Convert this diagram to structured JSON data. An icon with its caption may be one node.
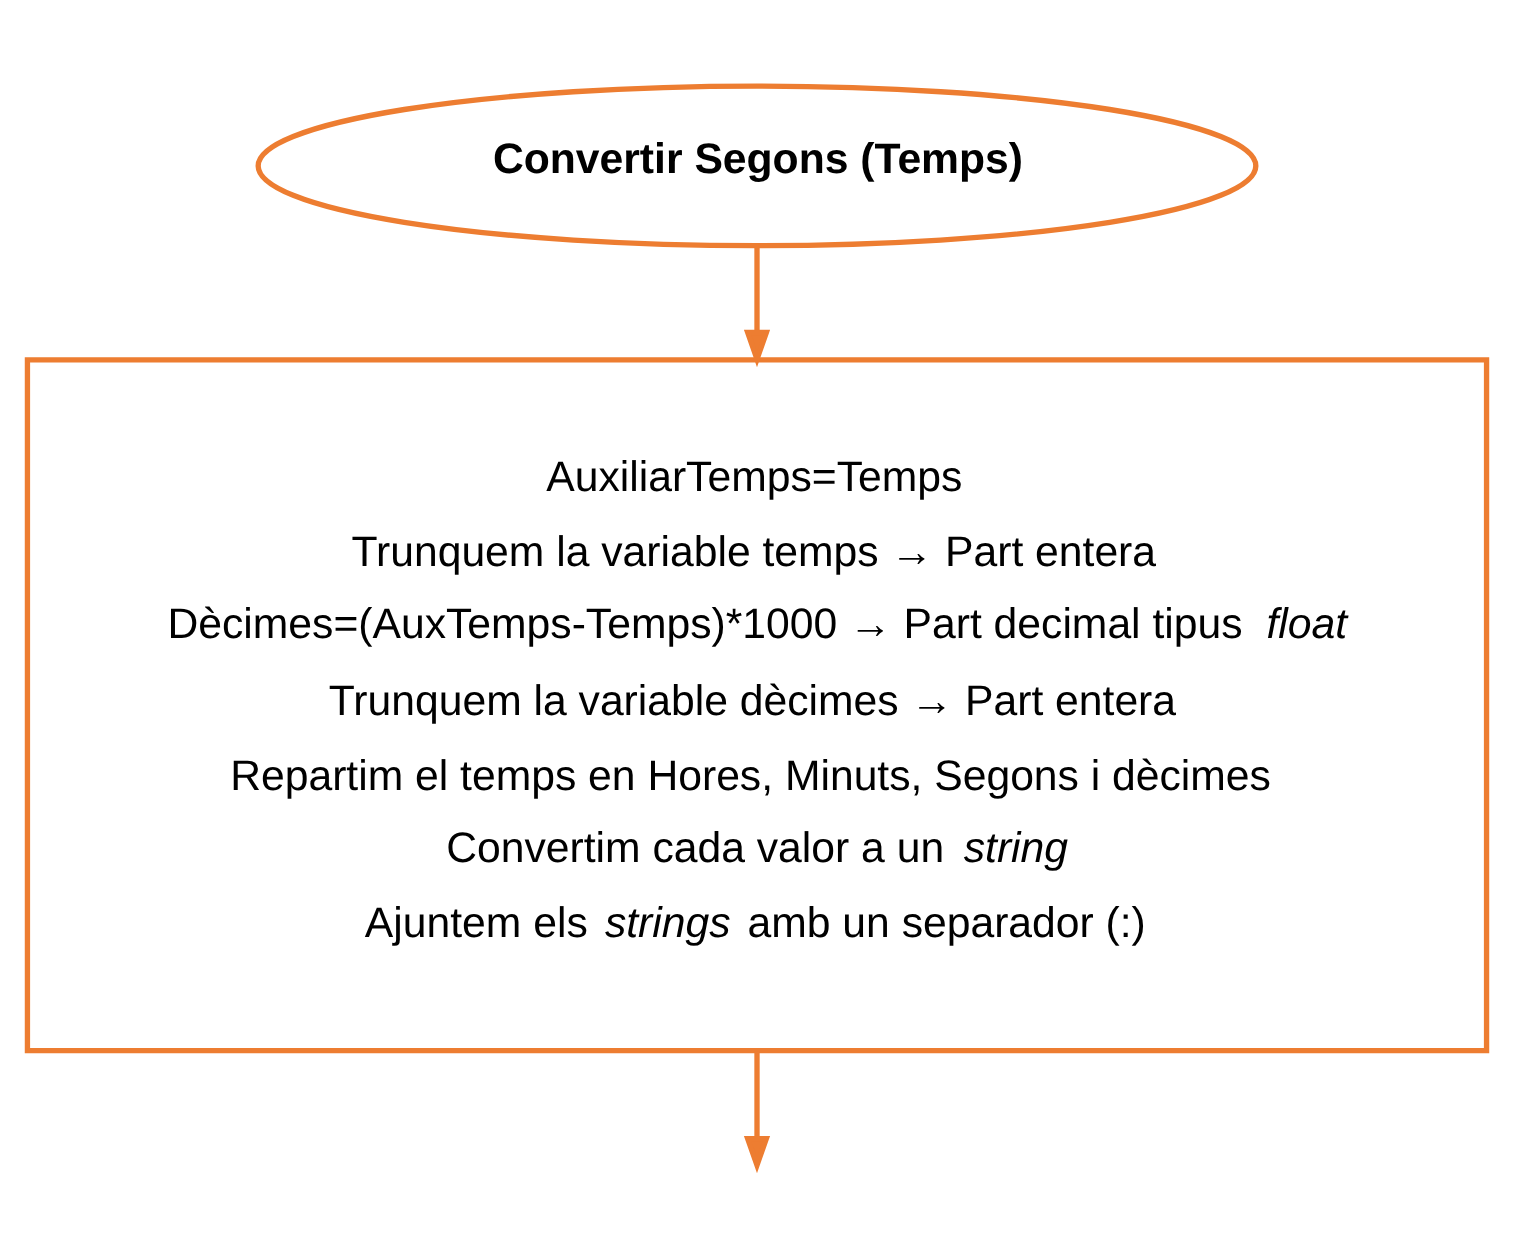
{
  "diagram": {
    "nodes": [
      {
        "text": [
          "Convertir Segons (Temps)"
        ]
      },
      {
        "text": [
          "AuxiliarTemps=Temps",
          "Trunquem la variable temps → Part entera",
          "Dècimes=(AuxTemps-Temps)*1000 → Part decimal tipus *float*",
          "Trunquem la variable dècimes → Part entera",
          "Repartim el temps en Hores, Minuts, Segons i dècimes",
          "Convertim cada valor a un *string*",
          "Ajuntem els *strings* amb un separador (:)"
        ]
      }
    ],
    "edges": [
      {
        "from": 0,
        "to": 1,
        "arrow": "to"
      },
      {
        "from": 1,
        "to": null,
        "arrow": "to"
      }
    ]
  }
}
